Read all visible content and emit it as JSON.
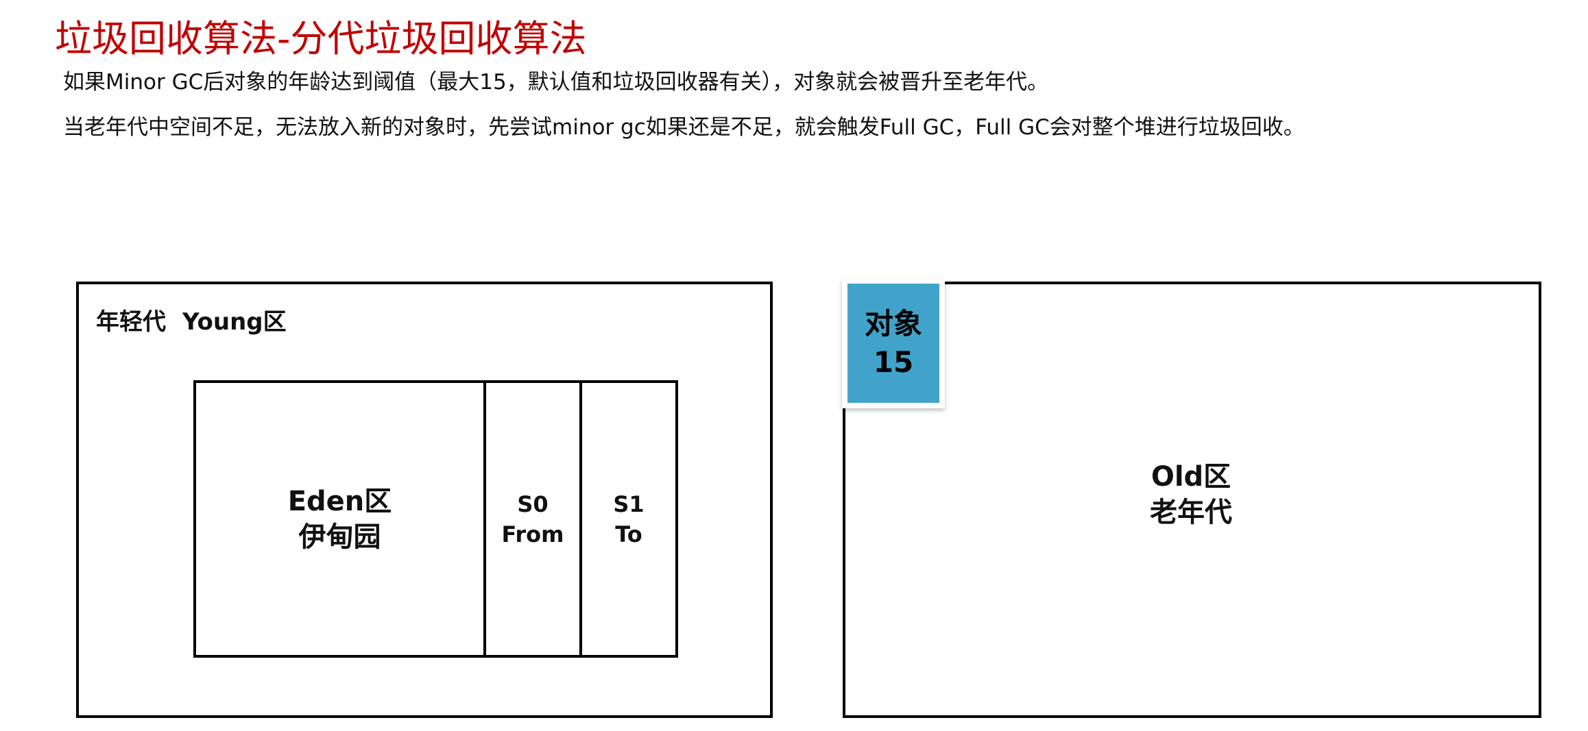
{
  "title": "垃圾回收算法-分代垃圾回收算法",
  "paragraphs": [
    "如果Minor GC后对象的年龄达到阈值（最大15，默认值和垃圾回收器有关），对象就会被晋升至老年代。",
    "当老年代中空间不足，无法放入新的对象时，先尝试minor gc如果还是不足，就会触发Full GC，Full GC会对整个堆进行垃圾回收。"
  ],
  "young": {
    "label_cn": "年轻代",
    "label_en": "Young区",
    "eden": {
      "line1": "Eden区",
      "line2": "伊甸园"
    },
    "s0": {
      "line1": "S0",
      "line2": "From"
    },
    "s1": {
      "line1": "S1",
      "line2": "To"
    }
  },
  "old": {
    "line1": "Old区",
    "line2": "老年代"
  },
  "object": {
    "label": "对象",
    "age": "15",
    "color": "#41a3c9"
  },
  "colors": {
    "title": "#c00000"
  }
}
